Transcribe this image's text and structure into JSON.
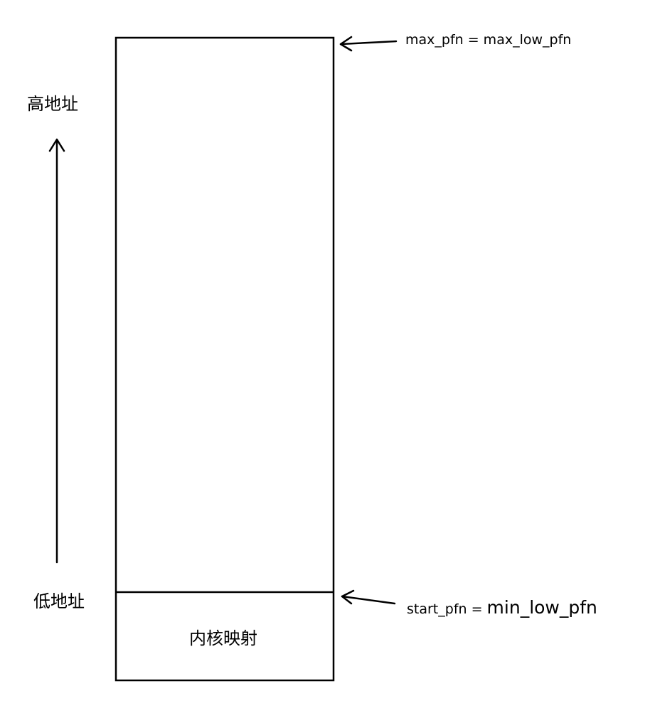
{
  "labels": {
    "high_address": "高地址",
    "low_address": "低地址",
    "kernel_mapping": "内核映射",
    "max_pfn": "max_pfn = max_low_pfn",
    "start_pfn_prefix": "start_pfn = ",
    "start_pfn_value": "min_low_pfn"
  },
  "icons": {
    "up_arrow": "arrow-up-icon",
    "pointer_arrow": "arrow-left-icon"
  },
  "colors": {
    "stroke": "#000000",
    "background": "#ffffff"
  }
}
